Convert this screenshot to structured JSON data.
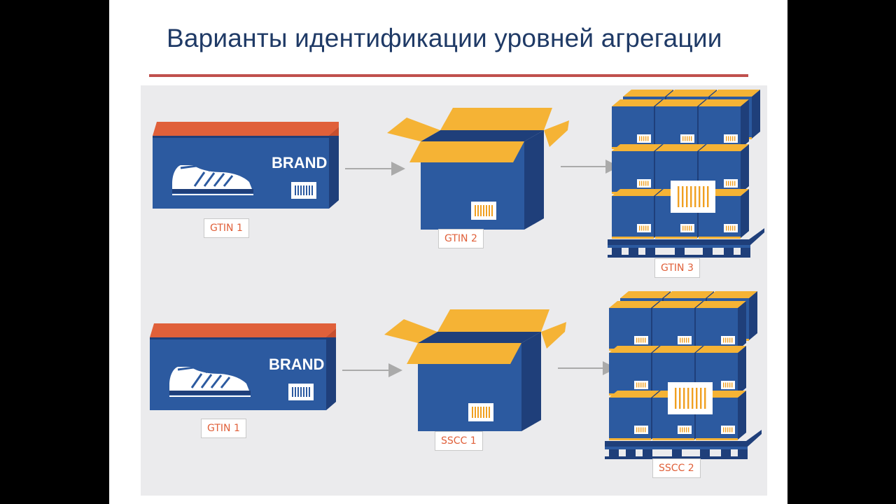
{
  "slide": {
    "title": "Варианты идентификации уровней агрегации"
  },
  "colors": {
    "title": "#1f3a66",
    "rule": "#c0504d",
    "panel": "#ebebed",
    "box_navy": "#1f3f7a",
    "box_blue": "#2c5aa0",
    "lid_orange": "#e0603a",
    "flap_yellow": "#f5b335",
    "label_text": "#e0603a",
    "arrow": "#aaaaaa"
  },
  "rows": [
    {
      "brand_text": "BRAND",
      "labels": [
        "GTIN 1",
        "GTIN 2",
        "GTIN 3"
      ]
    },
    {
      "brand_text": "BRAND",
      "labels": [
        "GTIN 1",
        "SSCC 1",
        "SSCC 2"
      ]
    }
  ],
  "icons": [
    "shoe-icon",
    "barcode-icon",
    "arrow-right-icon",
    "open-box-icon",
    "pallet-icon"
  ]
}
